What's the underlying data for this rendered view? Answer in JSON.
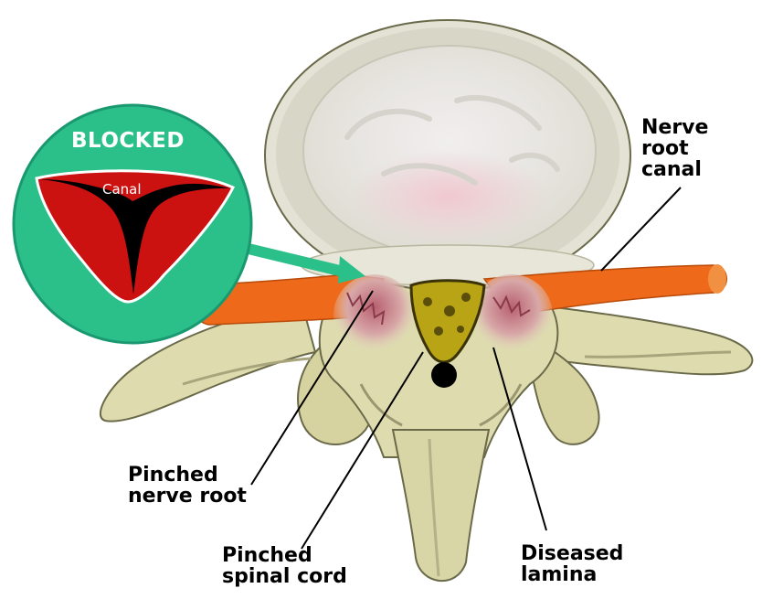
{
  "inset": {
    "title": "BLOCKED",
    "canal_label": "Canal"
  },
  "labels": {
    "nerve_root_canal": [
      "Nerve",
      "root",
      "canal"
    ],
    "pinched_nerve_root": [
      "Pinched",
      "nerve root"
    ],
    "pinched_spinal_cord": [
      "Pinched",
      "spinal cord"
    ],
    "diseased_lamina": [
      "Diseased",
      "lamina"
    ]
  },
  "colors": {
    "inset_fill": "#2bbf8a",
    "canal_red": "#cc1111",
    "nerve_orange": "#ee6a1a",
    "cord_yellow": "#b8a414",
    "bone": "#dedcae",
    "disc": "#eceae4"
  }
}
